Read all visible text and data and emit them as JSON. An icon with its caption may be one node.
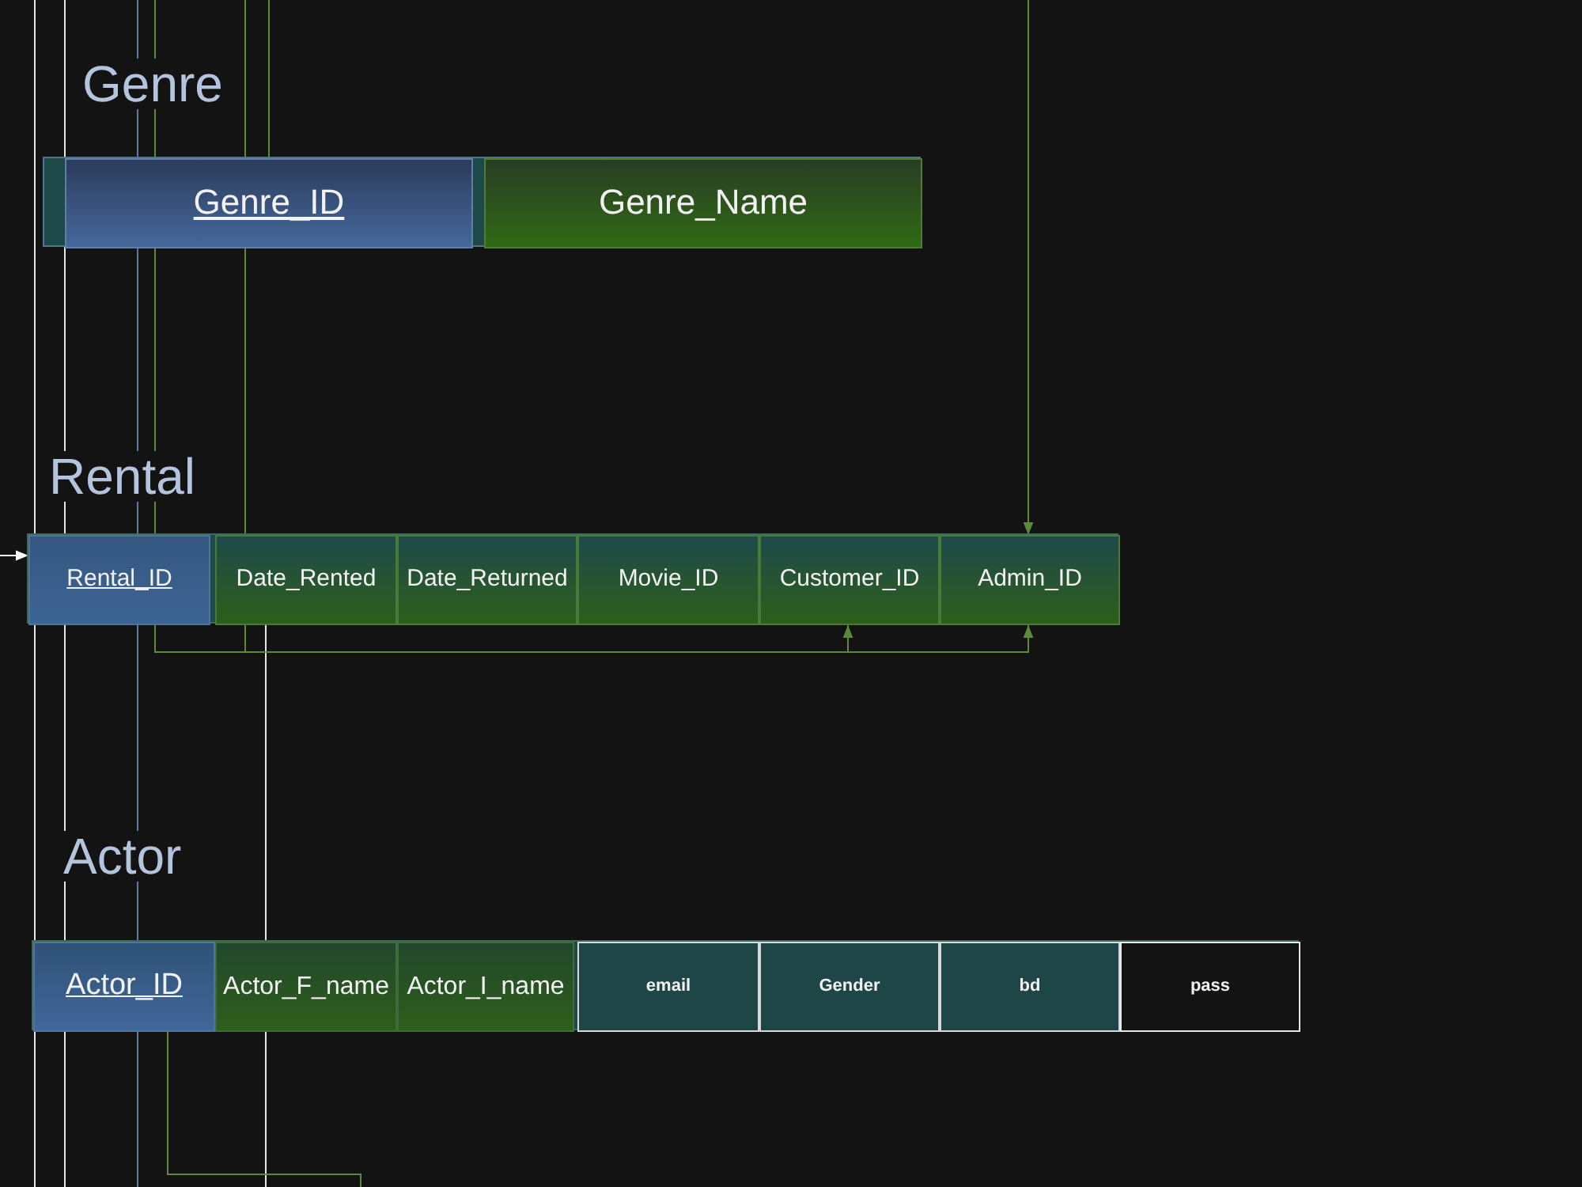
{
  "diagram": {
    "nodes": [
      {
        "text": [
          "Genre"
        ]
      },
      {
        "text": [
          "Genre_ID"
        ],
        "in": 0
      },
      {
        "text": [
          "Genre_Name"
        ],
        "in": 0
      },
      {
        "text": [
          "Rental"
        ]
      },
      {
        "text": [
          "Rental_ID"
        ],
        "in": 3
      },
      {
        "text": [
          "Date_Rented"
        ],
        "in": 3
      },
      {
        "text": [
          "Date_Returned"
        ],
        "in": 3
      },
      {
        "text": [
          "Movie_ID"
        ],
        "in": 3
      },
      {
        "text": [
          "Customer_ID"
        ],
        "in": 3
      },
      {
        "text": [
          "Admin_ID"
        ],
        "in": 3
      },
      {
        "text": [
          "Actor"
        ]
      },
      {
        "text": [
          "Actor_ID"
        ],
        "in": 10
      },
      {
        "text": [
          "Actor_F_name"
        ],
        "in": 10
      },
      {
        "text": [
          "Actor_I_name"
        ],
        "in": 10
      },
      {
        "text": [
          "email"
        ],
        "in": 10
      },
      {
        "text": [
          "Gender"
        ],
        "in": 10
      },
      {
        "text": [
          "bd"
        ],
        "in": 10
      },
      {
        "text": [
          "pass"
        ],
        "in": 10
      }
    ],
    "edges": [
      {
        "from": null,
        "to": 4,
        "arrow": "to",
        "color": "#ffffff"
      },
      {
        "from": null,
        "to": 9,
        "arrow": "to"
      },
      {
        "from": null,
        "to": 8,
        "arrow": "to"
      },
      {
        "from": null,
        "to": 9,
        "arrow": "to"
      },
      {
        "from": 11,
        "to": null,
        "arrow": "none"
      },
      {
        "from": null,
        "to": 1,
        "arrow": "none"
      }
    ]
  }
}
